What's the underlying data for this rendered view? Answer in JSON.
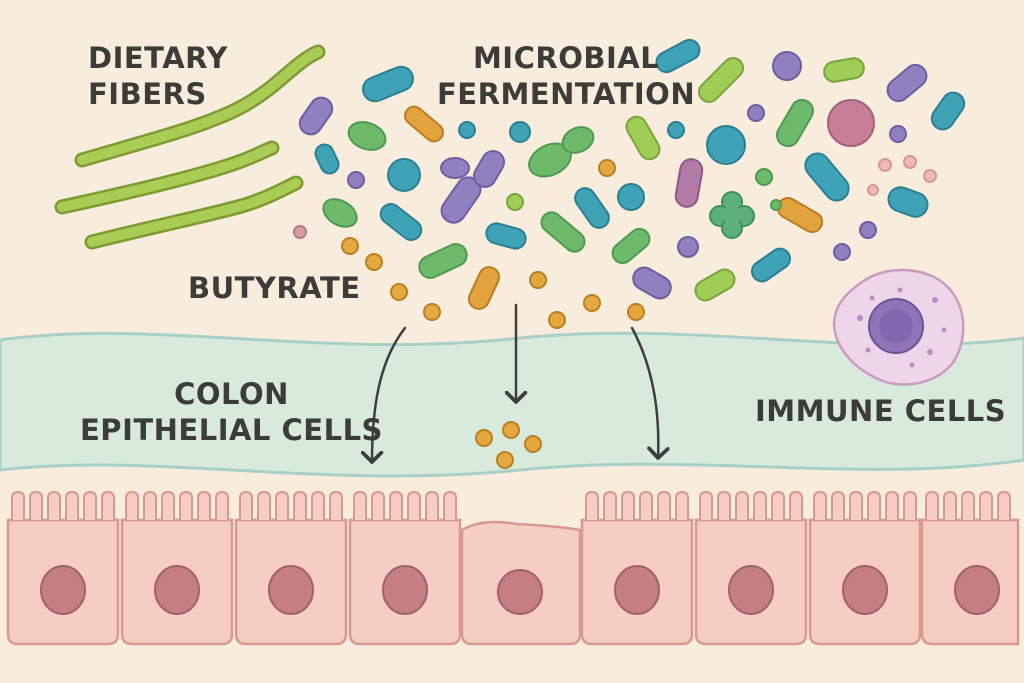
{
  "labels": {
    "dietary_fibers": [
      "DIETARY",
      "FIBERS"
    ],
    "microbial_fermentation": [
      "MICROBIAL",
      "FERMENTATION"
    ],
    "butyrate": "BUTYRATE",
    "colon_epithelial_cells": [
      "COLON",
      "EPITHELIAL CELLS"
    ],
    "immune_cells": "IMMUNE CELLS"
  },
  "colors": {
    "background": "#f8eddc",
    "mucus_layer": "#d8eadc",
    "fiber_green": "#9cc04a",
    "microbe_teal": "#3f9fb4",
    "microbe_purple": "#8f80c0",
    "microbe_green": "#6dbb6a",
    "butyrate_orange": "#e2a23c",
    "epithelial_cell": "#f5cdc2",
    "nucleus": "#c47e84",
    "immune_cell": "#efd5ea",
    "arrow": "#3e3e3e"
  }
}
